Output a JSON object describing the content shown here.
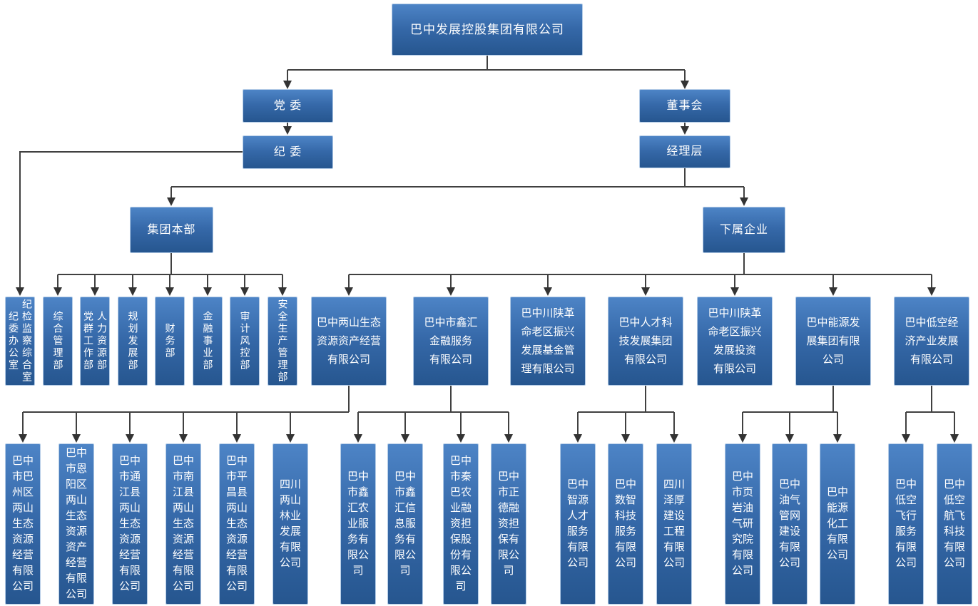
{
  "root": {
    "label": "巴中发展控股集团有限公司"
  },
  "governance": {
    "party_committee": "党 委",
    "discipline_committee": "纪 委",
    "board": "董事会",
    "management": "经理层"
  },
  "headquarters": {
    "label": "集团本部",
    "departments": [
      {
        "label": "纪检监察综合室\n纪委办公室"
      },
      {
        "label": "综合管理部"
      },
      {
        "label": "人力资源部\n党群工作部"
      },
      {
        "label": "规划发展部"
      },
      {
        "label": "财务部"
      },
      {
        "label": "金融事业部"
      },
      {
        "label": "审计风控部"
      },
      {
        "label": "安全生产管理部"
      }
    ]
  },
  "subsidiaries": {
    "label": "下属企业",
    "companies": [
      {
        "label": "巴中两山生态\n资源资产经营\n有限公司",
        "children": [
          "巴中市巴州区两山生态资源经营有限公司",
          "巴中市恩阳区两山生态资源资产经营有限公司",
          "巴中市通江县两山生态资源经营有限公司",
          "巴中市南江县两山生态资源经营有限公司",
          "巴中市平昌县两山生态资源经营有限公司",
          "四川两山林业发展有限公司"
        ]
      },
      {
        "label": "巴中市鑫汇\n金融服务\n有限公司",
        "children": [
          "巴中市鑫汇农业服务有限公司",
          "巴中市鑫汇信息服务有限公司",
          "巴中市秦巴农业融资担保股份有限公司",
          "巴中市正德融资担保有限公司"
        ]
      },
      {
        "label": "巴中川陕革\n命老区振兴\n发展基金管\n理有限公司",
        "children": []
      },
      {
        "label": "巴中人才科\n技发展集团\n有限公司",
        "children": [
          "巴中智源人才服务有限公司",
          "巴中数智科技服务有限公司",
          "四川泽厚建设工程有限公司"
        ]
      },
      {
        "label": "巴中川陕革\n命老区振兴\n发展投资\n有限公司",
        "children": []
      },
      {
        "label": "巴中能源发\n展集团有限\n公司",
        "children": [
          "巴中市页岩油气研究院有限公司",
          "巴中油气管网建设有限公司",
          "巴中能源化工有限公司"
        ]
      },
      {
        "label": "巴中低空经\n济产业发展\n有限公司",
        "children": [
          "巴中低空飞行服务有限公司",
          "巴中低空航飞科技有限公司"
        ]
      }
    ]
  },
  "colors": {
    "box_gradient_top": "#4d84c6",
    "box_gradient_bottom": "#26568f",
    "box_border": "#b3cbe6",
    "line": "#404040",
    "text": "#ffffff"
  }
}
